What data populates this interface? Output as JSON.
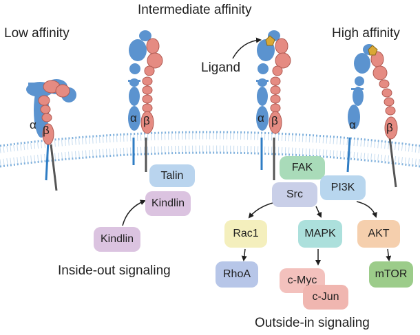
{
  "titles": {
    "low": "Low affinity",
    "intermediate": "Intermediate affinity",
    "high": "High affinity",
    "ligand": "Ligand",
    "inside_out": "Inside-out signaling",
    "outside_in": "Outside-in signaling"
  },
  "subunits": {
    "alpha": "α",
    "beta": "β"
  },
  "nodes": {
    "talin": "Talin",
    "kindlin_top": "Kindlin",
    "kindlin_bottom": "Kindlin",
    "fak": "FAK",
    "src": "Src",
    "pi3k": "PI3K",
    "rac1": "Rac1",
    "mapk": "MAPK",
    "akt": "AKT",
    "rhoa": "RhoA",
    "cmyc": "c-Myc",
    "cjun": "c-Jun",
    "mtor": "mTOR"
  },
  "colors": {
    "alpha_blue": "#5b93cf",
    "beta_salmon": "#e58b82",
    "ligand_gold": "#d9a836",
    "membrane_blue": "#8fb9e0",
    "talin": "#b9d4ee",
    "kindlin": "#dbc3e0",
    "fak": "#a9dbb9",
    "src": "#c9cfe8",
    "pi3k": "#b8d6ee",
    "rac1": "#f4efbd",
    "mapk": "#ace0dc",
    "akt": "#f5cfad",
    "rhoa": "#b7c6e8",
    "cmyc": "#f3c1bd",
    "cjun": "#f0b6b0",
    "mtor": "#9ccc8a"
  }
}
